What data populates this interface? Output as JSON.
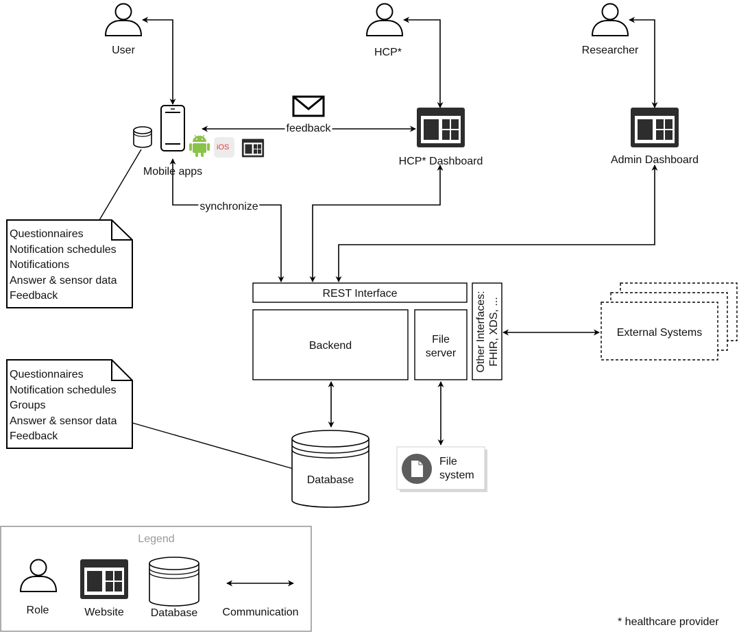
{
  "roles": {
    "user": "User",
    "hcp": "HCP*",
    "researcher": "Researcher"
  },
  "clients": {
    "mobile_apps": "Mobile apps",
    "hcp_dashboard": "HCP* Dashboard",
    "admin_dashboard": "Admin Dashboard",
    "ios_badge": "iOS"
  },
  "connections": {
    "feedback": "feedback",
    "synchronize": "synchronize"
  },
  "notes": {
    "mobile_storage": [
      "Questionnaires",
      "Notification schedules",
      "Notifications",
      "Answer & sensor data",
      "Feedback"
    ],
    "database_storage": [
      "Questionnaires",
      "Notification schedules",
      "Groups",
      "Answer & sensor data",
      "Feedback"
    ]
  },
  "server": {
    "rest_interface": "REST Interface",
    "backend": "Backend",
    "file_server": [
      "File",
      "server"
    ],
    "other_interfaces": [
      "Other Interfaces:",
      "FHIR, XDS, ..."
    ],
    "database": "Database",
    "file_system": [
      "File",
      "system"
    ],
    "external_systems": "External Systems"
  },
  "legend": {
    "title": "Legend",
    "role": "Role",
    "website": "Website",
    "database": "Database",
    "communication": "Communication"
  },
  "footnote": "* healthcare provider"
}
